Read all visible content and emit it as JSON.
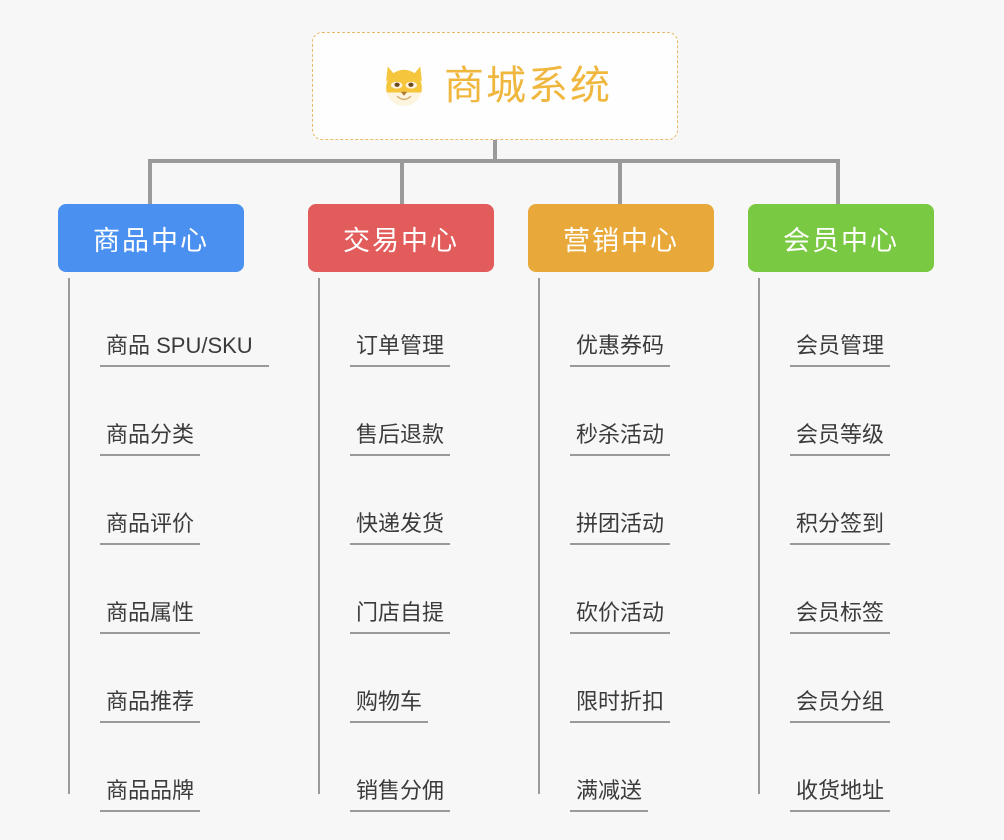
{
  "diagram": {
    "title": "商城系统",
    "background_color": "#f7f7f7",
    "root": {
      "label": "商城系统",
      "icon": "dog-face-emoji",
      "text_color": "#f0b73f",
      "border_color": "#e8b96a",
      "background_color": "#fefefe"
    },
    "branches": [
      {
        "label": "商品中心",
        "color": "#4a90f0",
        "items": [
          "商品 SPU/SKU",
          "商品分类",
          "商品评价",
          "商品属性",
          "商品推荐",
          "商品品牌"
        ]
      },
      {
        "label": "交易中心",
        "color": "#e25c5c",
        "items": [
          "订单管理",
          "售后退款",
          "快递发货",
          "门店自提",
          "购物车",
          "销售分佣"
        ]
      },
      {
        "label": "营销中心",
        "color": "#e8a93a",
        "items": [
          "优惠券码",
          "秒杀活动",
          "拼团活动",
          "砍价活动",
          "限时折扣",
          "满减送"
        ]
      },
      {
        "label": "会员中心",
        "color": "#7ac943",
        "items": [
          "会员管理",
          "会员等级",
          "积分签到",
          "会员标签",
          "会员分组",
          "收货地址"
        ]
      }
    ]
  }
}
